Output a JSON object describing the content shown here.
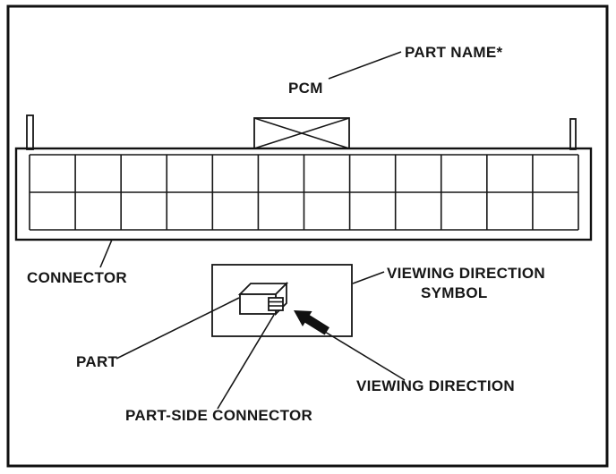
{
  "diagram": {
    "labels": {
      "part_name": "PART NAME*",
      "pcm": "PCM",
      "connector": "CONNECTOR",
      "viewing_direction_symbol_line1": "VIEWING DIRECTION",
      "viewing_direction_symbol_line2": "SYMBOL",
      "part": "PART",
      "viewing_direction": "VIEWING DIRECTION",
      "part_side_connector": "PART-SIDE CONNECTOR"
    },
    "connector_grid": {
      "rows": 2,
      "columns": 12
    },
    "colors": {
      "line": "#161616",
      "background": "#ffffff"
    }
  }
}
